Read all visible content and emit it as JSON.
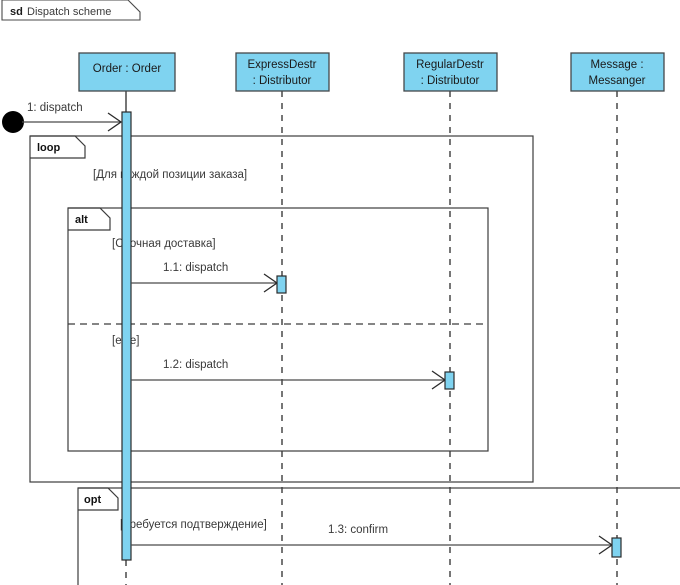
{
  "diagram": {
    "kind_label": "sd",
    "title": "Dispatch scheme",
    "type": "uml-sequence-diagram",
    "colors": {
      "lifeline_fill": "#7FD3F0",
      "lifeline_border": "#45484A",
      "line": "#4A4A4A",
      "text": "#3A3A3A",
      "background": "#FFFFFF"
    }
  },
  "lifelines": [
    {
      "id": "order",
      "line1": "Order : Order",
      "line2": ""
    },
    {
      "id": "express",
      "line1": "ExpressDestr",
      "line2": ": Distributor"
    },
    {
      "id": "regular",
      "line1": "RegularDestr",
      "line2": ": Distributor"
    },
    {
      "id": "messenger",
      "line1": "Message :",
      "line2": "Messanger"
    }
  ],
  "start_node": {
    "name": "found-message-start"
  },
  "messages": [
    {
      "id": "m1",
      "label": "1: dispatch",
      "from": "start",
      "to": "order"
    },
    {
      "id": "m11",
      "label": "1.1: dispatch",
      "from": "order",
      "to": "express"
    },
    {
      "id": "m12",
      "label": "1.2: dispatch",
      "from": "order",
      "to": "regular"
    },
    {
      "id": "m13",
      "label": "1.3: confirm",
      "from": "order",
      "to": "messenger"
    }
  ],
  "fragments": [
    {
      "id": "loop",
      "kind": "loop",
      "guard": "[Для каждой позиции заказа]"
    },
    {
      "id": "alt",
      "kind": "alt",
      "guard": "[Срочная доставка]",
      "else_guard": "[else]"
    },
    {
      "id": "opt",
      "kind": "opt",
      "guard": "[Требуется подтверждение]"
    }
  ]
}
